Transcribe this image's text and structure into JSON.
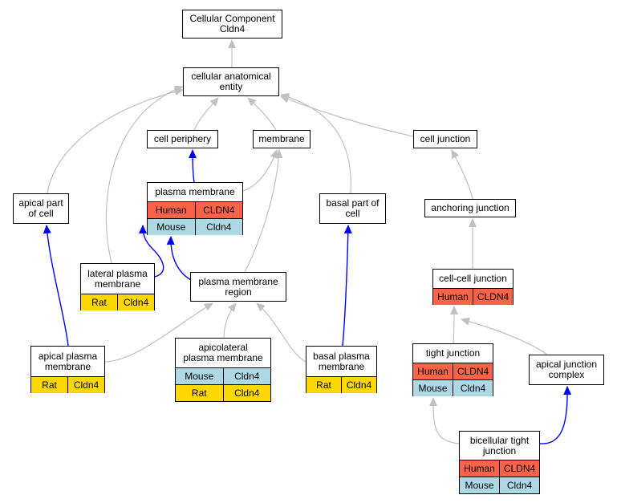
{
  "diagram": {
    "colors": {
      "edge_grey": "#c0c0c0",
      "edge_blue": "#0000ff",
      "human": "#fa6347",
      "mouse": "#add8e6",
      "rat": "#ffd700"
    },
    "nodes": {
      "root": {
        "label": "Cellular Component\nCldn4"
      },
      "cae": {
        "label": "cellular anatomical\nentity"
      },
      "cellperiph": {
        "label": "cell periphery"
      },
      "membrane": {
        "label": "membrane"
      },
      "celljunction": {
        "label": "cell junction"
      },
      "plasmamem": {
        "label": "plasma membrane",
        "rows": [
          {
            "species": "Human",
            "gene": "CLDN4"
          },
          {
            "species": "Mouse",
            "gene": "Cldn4"
          }
        ]
      },
      "apicalpart": {
        "label": "apical part\nof cell"
      },
      "basalpart": {
        "label": "basal part of\ncell"
      },
      "anchoring": {
        "label": "anchoring junction"
      },
      "lateral": {
        "label": "lateral plasma\nmembrane",
        "rows": [
          {
            "species": "Rat",
            "gene": "Cldn4"
          }
        ]
      },
      "pmregion": {
        "label": "plasma membrane\nregion"
      },
      "ccjunction": {
        "label": "cell-cell junction",
        "rows": [
          {
            "species": "Human",
            "gene": "CLDN4"
          }
        ]
      },
      "apicalpm": {
        "label": "apical plasma\nmembrane",
        "rows": [
          {
            "species": "Rat",
            "gene": "Cldn4"
          }
        ]
      },
      "apicolateral": {
        "label": "apicolateral\nplasma membrane",
        "rows": [
          {
            "species": "Mouse",
            "gene": "Cldn4"
          },
          {
            "species": "Rat",
            "gene": "Cldn4"
          }
        ]
      },
      "basalpm": {
        "label": "basal plasma\nmembrane",
        "rows": [
          {
            "species": "Rat",
            "gene": "Cldn4"
          }
        ]
      },
      "tight": {
        "label": "tight junction",
        "rows": [
          {
            "species": "Human",
            "gene": "CLDN4"
          },
          {
            "species": "Mouse",
            "gene": "Cldn4"
          }
        ]
      },
      "apicaljc": {
        "label": "apical junction\ncomplex"
      },
      "bicellular": {
        "label": "bicellular tight\njunction",
        "rows": [
          {
            "species": "Human",
            "gene": "CLDN4"
          },
          {
            "species": "Mouse",
            "gene": "Cldn4"
          }
        ]
      }
    },
    "edges": [
      {
        "from": "cae",
        "to": "root",
        "type": "is_a"
      },
      {
        "from": "cellperiph",
        "to": "cae",
        "type": "is_a"
      },
      {
        "from": "membrane",
        "to": "cae",
        "type": "is_a"
      },
      {
        "from": "celljunction",
        "to": "cae",
        "type": "is_a"
      },
      {
        "from": "apicalpart",
        "to": "cae",
        "type": "is_a"
      },
      {
        "from": "lateral",
        "to": "cae",
        "type": "is_a"
      },
      {
        "from": "basalpart",
        "to": "cae",
        "type": "is_a"
      },
      {
        "from": "plasmamem",
        "to": "cellperiph",
        "type": "part_of"
      },
      {
        "from": "plasmamem",
        "to": "membrane",
        "type": "is_a"
      },
      {
        "from": "pmregion",
        "to": "membrane",
        "type": "is_a"
      },
      {
        "from": "anchoring",
        "to": "celljunction",
        "type": "is_a"
      },
      {
        "from": "ccjunction",
        "to": "anchoring",
        "type": "is_a"
      },
      {
        "from": "apicalpm",
        "to": "apicalpart",
        "type": "part_of"
      },
      {
        "from": "basalpm",
        "to": "basalpart",
        "type": "part_of"
      },
      {
        "from": "lateral",
        "to": "plasmamem",
        "type": "part_of"
      },
      {
        "from": "pmregion",
        "to": "plasmamem",
        "type": "part_of"
      },
      {
        "from": "apicalpm",
        "to": "pmregion",
        "type": "is_a"
      },
      {
        "from": "apicolateral",
        "to": "pmregion",
        "type": "is_a"
      },
      {
        "from": "basalpm",
        "to": "pmregion",
        "type": "is_a"
      },
      {
        "from": "tight",
        "to": "ccjunction",
        "type": "is_a"
      },
      {
        "from": "apicaljc",
        "to": "ccjunction",
        "type": "is_a"
      },
      {
        "from": "bicellular",
        "to": "tight",
        "type": "is_a"
      },
      {
        "from": "bicellular",
        "to": "apicaljc",
        "type": "part_of"
      }
    ]
  }
}
